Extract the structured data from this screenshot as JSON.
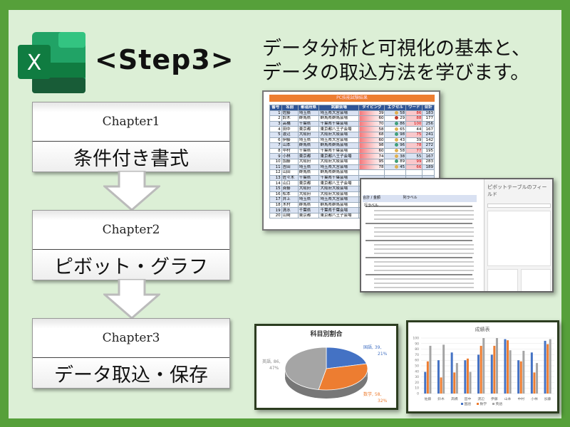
{
  "header": {
    "step": "<Step3>",
    "headline": [
      "データ分析と可視化の基本と、",
      "データの取込方法を学びます。"
    ],
    "logo_letter": "X"
  },
  "chapters": [
    {
      "title": "Chapter1",
      "label": "条件付き書式"
    },
    {
      "title": "Chapter2",
      "label": "ピボット・グラフ"
    },
    {
      "title": "Chapter3",
      "label": "データ取込・保存"
    }
  ],
  "sheet": {
    "title": "PC技能試験結果",
    "columns": [
      "番号",
      "名前",
      "都道府県",
      "試験会場",
      "タイピング",
      "エクセル",
      "ワード",
      "合計"
    ],
    "rows": [
      [
        "1",
        "佐藤",
        "埼玉県",
        "埼玉県大宮会場",
        "39",
        "58",
        "86",
        "183"
      ],
      [
        "2",
        "鈴木",
        "群馬県",
        "群馬県群馬会場",
        "60",
        "29",
        "88",
        "177"
      ],
      [
        "3",
        "高橋",
        "千葉県",
        "千葉県千葉会場",
        "70",
        "86",
        "100",
        "256"
      ],
      [
        "4",
        "田中",
        "東京都",
        "東京都八王子会場",
        "58",
        "65",
        "44",
        "167"
      ],
      [
        "5",
        "渡辺",
        "大阪府",
        "大阪府大阪会場",
        "68",
        "98",
        "75",
        "241"
      ],
      [
        "6",
        "伊藤",
        "埼玉県",
        "埼玉県大宮会場",
        "60",
        "43",
        "39",
        "142"
      ],
      [
        "7",
        "山本",
        "群馬県",
        "群馬県群馬会場",
        "98",
        "96",
        "78",
        "272"
      ],
      [
        "8",
        "中村",
        "千葉県",
        "千葉県千葉会場",
        "60",
        "58",
        "77",
        "195"
      ],
      [
        "9",
        "小林",
        "東京都",
        "東京都八王子会場",
        "74",
        "38",
        "55",
        "167"
      ],
      [
        "10",
        "加藤",
        "大阪府",
        "大阪府大阪会場",
        "95",
        "89",
        "99",
        "283"
      ],
      [
        "11",
        "吉田",
        "埼玉県",
        "埼玉県大宮会場",
        "78",
        "45",
        "66",
        "189"
      ],
      [
        "12",
        "山田",
        "群馬県",
        "群馬県群馬会場",
        "",
        "",
        "",
        ""
      ],
      [
        "13",
        "佐々木",
        "千葉県",
        "千葉県千葉会場",
        "",
        "",
        "",
        ""
      ],
      [
        "14",
        "山口",
        "東京都",
        "東京都八王子会場",
        "",
        "",
        "",
        ""
      ],
      [
        "15",
        "斉藤",
        "大阪府",
        "大阪府大阪会場",
        "",
        "",
        "",
        ""
      ],
      [
        "16",
        "松本",
        "大阪府",
        "大阪府大阪会場",
        "",
        "",
        "",
        ""
      ],
      [
        "17",
        "井上",
        "埼玉県",
        "埼玉県大宮会場",
        "",
        "",
        "",
        ""
      ],
      [
        "18",
        "木村",
        "群馬県",
        "群馬県群馬会場",
        "",
        "",
        "",
        ""
      ],
      [
        "19",
        "清水",
        "千葉県",
        "千葉県千葉会場",
        "",
        "",
        "",
        ""
      ],
      [
        "20",
        "山崎",
        "東京都",
        "東京都八王子会場",
        "",
        "",
        "",
        ""
      ]
    ]
  },
  "pivot": {
    "pane_title": "ピボットテーブルのフィールド",
    "value_label": "合計 / 金額",
    "col_label": "列ラベル",
    "row_label": "行ラベル"
  },
  "colors": {
    "blue": "#4472c4",
    "orange": "#ed7d31",
    "gray": "#a5a5a5",
    "frame": "#56a03a",
    "bg": "#dcefd6"
  },
  "chart_data": [
    {
      "type": "pie",
      "title": "科目別割合",
      "categories": [
        "国語",
        "数学",
        "英語"
      ],
      "values": [
        39,
        58,
        86
      ],
      "percents": [
        "21%",
        "32%",
        "47%"
      ],
      "labels": [
        "国語, 39,",
        "数学, 58,",
        "英語, 86,"
      ]
    },
    {
      "type": "bar",
      "title": "成績表",
      "categories": [
        "佐藤",
        "鈴木",
        "高橋",
        "田中",
        "渡辺",
        "伊藤",
        "山本",
        "中村",
        "小林",
        "加藤"
      ],
      "series": [
        {
          "name": "国語",
          "values": [
            39,
            60,
            74,
            60,
            70,
            70,
            98,
            60,
            74,
            95
          ]
        },
        {
          "name": "数学",
          "values": [
            58,
            29,
            38,
            63,
            86,
            86,
            96,
            58,
            38,
            89
          ]
        },
        {
          "name": "英語",
          "values": [
            86,
            88,
            55,
            39,
            100,
            100,
            78,
            77,
            55,
            98
          ]
        }
      ],
      "ylim": [
        0,
        100
      ],
      "yticks": [
        0,
        10,
        20,
        30,
        40,
        50,
        60,
        70,
        80,
        90,
        100
      ],
      "legend": "bottom",
      "grid": true
    }
  ]
}
